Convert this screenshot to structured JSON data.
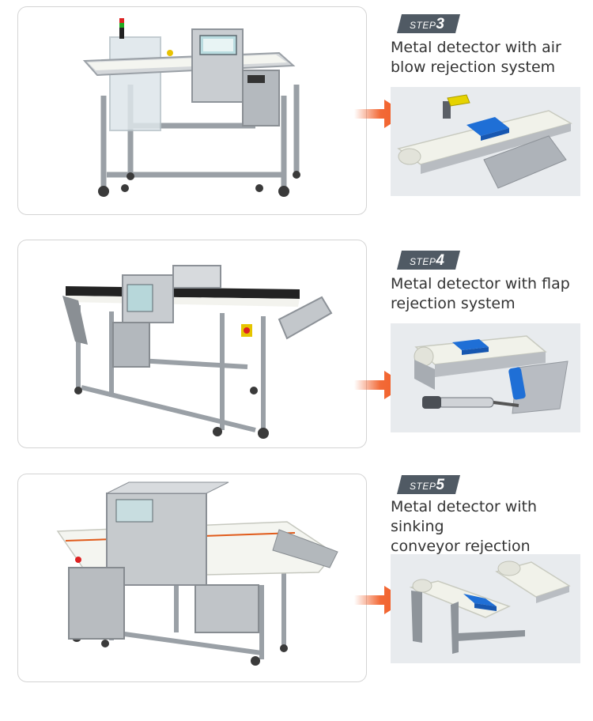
{
  "colors": {
    "arrow": "#f15a22",
    "badge": "#505a64",
    "belt": "#eef0e6",
    "product": "#1f6fd6",
    "steel": "#b7bcc1",
    "card_border": "#d4d4d4"
  },
  "steps": [
    {
      "step_word": "STEP",
      "step_number": "3",
      "caption_line1": "Metal detector with air",
      "caption_line2": "blow rejection system",
      "photo": "metal-detector-air-blow-photo",
      "illustration": "air-blow-rejection-illustration"
    },
    {
      "step_word": "STEP",
      "step_number": "4",
      "caption_line1": "Metal detector with flap",
      "caption_line2": "rejection system",
      "photo": "metal-detector-flap-photo",
      "illustration": "flap-rejection-illustration"
    },
    {
      "step_word": "STEP",
      "step_number": "5",
      "caption_line1": "Metal detector with sinking",
      "caption_line2": "conveyor rejection system",
      "photo": "metal-detector-sinking-conveyor-photo",
      "illustration": "sinking-conveyor-rejection-illustration"
    }
  ]
}
